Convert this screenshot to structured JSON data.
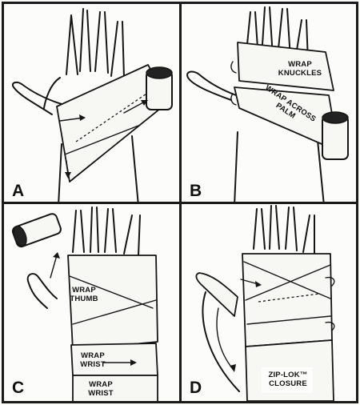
{
  "panels": {
    "a": {
      "letter": "A"
    },
    "b": {
      "letter": "B",
      "label_knuckles": "WRAP\nKNUCKLES",
      "label_palm": "WRAP ACROSS\nPALM"
    },
    "c": {
      "letter": "C",
      "label_thumb": "WRAP\nTHUMB",
      "label_wrist_1": "WRAP\nWRIST",
      "label_wrist_2": "WRAP\nWRIST"
    },
    "d": {
      "letter": "D",
      "label_closure": "ZIP-LOK™\nCLOSURE"
    }
  }
}
